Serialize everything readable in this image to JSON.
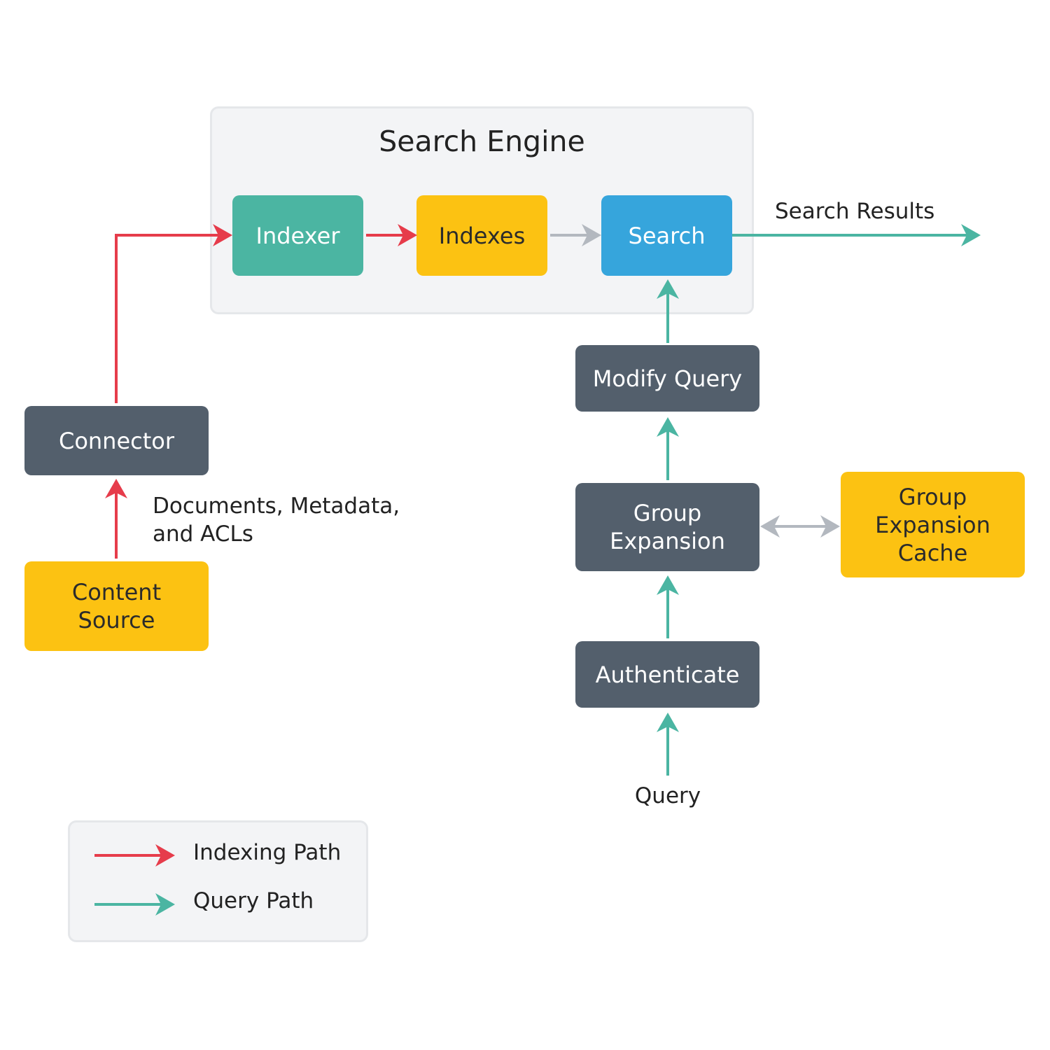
{
  "colors": {
    "indexing_path": "#e63c4b",
    "query_path": "#4bb5a2",
    "neutral_arrow": "#b3b8bf",
    "node_dark": "#535f6c",
    "node_yellow": "#fcc212",
    "node_indexer": "#4bb5a2",
    "node_search": "#36a5dc",
    "panel_fill": "#f3f4f6"
  },
  "search_engine": {
    "title": "Search Engine",
    "indexer": "Indexer",
    "indexes": "Indexes",
    "search": "Search"
  },
  "nodes": {
    "connector": "Connector",
    "content_source_line1": "Content",
    "content_source_line2": "Source",
    "modify_query": "Modify Query",
    "group_expansion_line1": "Group",
    "group_expansion_line2": "Expansion",
    "group_expansion_cache_line1": "Group",
    "group_expansion_cache_line2": "Expansion",
    "group_expansion_cache_line3": "Cache",
    "authenticate": "Authenticate"
  },
  "labels": {
    "search_results": "Search Results",
    "documents_line1": "Documents, Metadata,",
    "documents_line2": "and ACLs",
    "query": "Query"
  },
  "legend": {
    "indexing_path": "Indexing Path",
    "query_path": "Query Path"
  }
}
